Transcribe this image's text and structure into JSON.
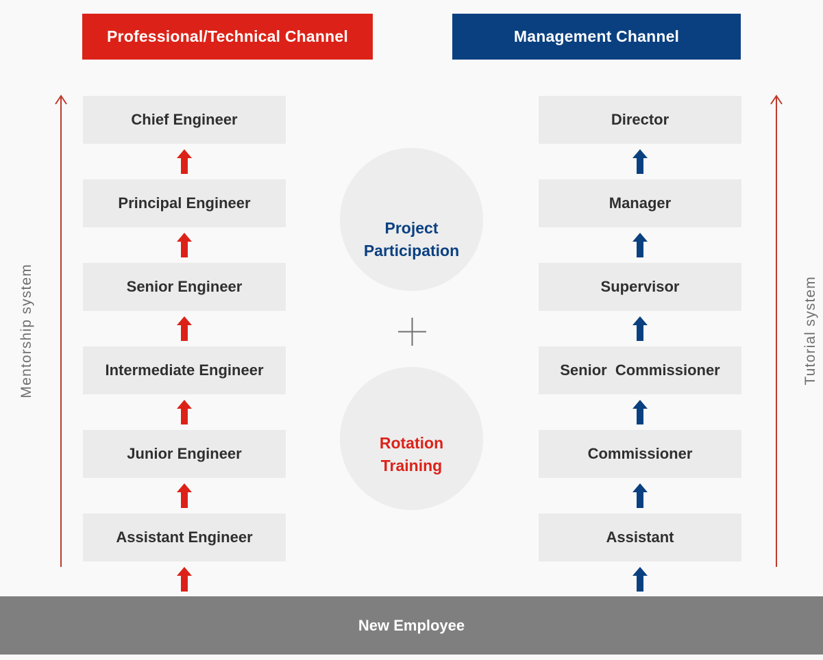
{
  "headers": {
    "technical": {
      "label": "Professional/Technical Channel",
      "color": "#dc2218"
    },
    "management": {
      "label": "Management Channel",
      "color": "#0a4080"
    }
  },
  "ladders": {
    "technical": {
      "arrow_color": "#dc2218",
      "rungs": [
        {
          "label": "Chief Engineer"
        },
        {
          "label": "Principal Engineer"
        },
        {
          "label": "Senior Engineer"
        },
        {
          "label": "Intermediate Engineer"
        },
        {
          "label": "Junior Engineer"
        },
        {
          "label": "Assistant Engineer"
        }
      ]
    },
    "management": {
      "arrow_color": "#0a4080",
      "rungs": [
        {
          "label": "Director"
        },
        {
          "label": "Manager"
        },
        {
          "label": "Supervisor"
        },
        {
          "label": "Senior  Commissioner"
        },
        {
          "label": "Commissioner"
        },
        {
          "label": "Assistant"
        }
      ]
    }
  },
  "center": {
    "project_circle": {
      "line1": "Project",
      "line2": "Participation",
      "color": "#0a4080"
    },
    "plus_symbol": "+",
    "rotation_circle": {
      "line1": "Rotation",
      "line2": "Training",
      "color": "#dc2218"
    }
  },
  "rails": {
    "left": {
      "label": "Mentorship system",
      "line_color": "#c0392b"
    },
    "right": {
      "label": "Tutorial system",
      "line_color": "#c0392b"
    }
  },
  "base": {
    "label": "New Employee",
    "color": "#7f7f7f"
  }
}
